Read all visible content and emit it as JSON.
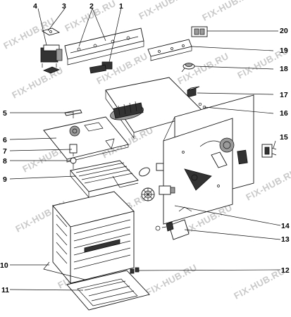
{
  "watermark": "FIX-HUB.RU",
  "callouts": [
    "1",
    "2",
    "3",
    "4",
    "5",
    "6",
    "7",
    "8",
    "9",
    "10",
    "11",
    "12",
    "13",
    "14",
    "15",
    "16",
    "17",
    "18",
    "19",
    "20"
  ]
}
